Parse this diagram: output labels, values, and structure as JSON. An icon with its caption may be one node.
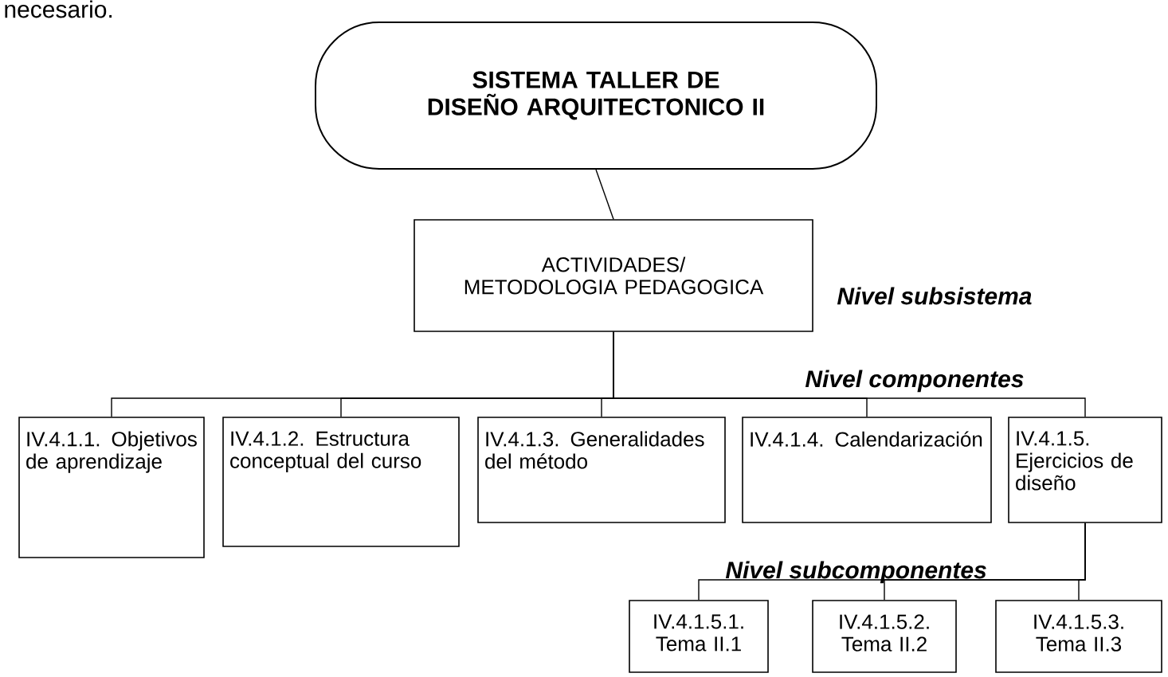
{
  "diagram": {
    "nodes": [
      {
        "text": [
          "SISTEMA TALLER DE DISEÑO ARQUITECTONICO II"
        ]
      },
      {
        "text": [
          "ACTIVIDADES/ METODOLOGIA PEDAGOGICA"
        ]
      },
      {
        "text": [
          "IV.4.1.1. Objetivos de aprendizaje"
        ]
      },
      {
        "text": [
          "IV.4.1.2. Estructura conceptual del curso"
        ]
      },
      {
        "text": [
          "IV.4.1.3. Generalidades del método"
        ]
      },
      {
        "text": [
          "IV.4.1.4. Calendarización"
        ]
      },
      {
        "text": [
          "IV.4.1.5. Ejercicios de diseño"
        ]
      },
      {
        "text": [
          "IV.4.1.5.1. Tema II.1"
        ]
      },
      {
        "text": [
          "IV.4.1.5.2. Tema II.2"
        ]
      },
      {
        "text": [
          "IV.4.1.5.3. Tema II.3"
        ]
      }
    ],
    "edges": [
      {
        "from": 0,
        "to": 1,
        "arrow": "none"
      },
      {
        "from": 1,
        "to": 2,
        "arrow": "none"
      },
      {
        "from": 1,
        "to": 3,
        "arrow": "none"
      },
      {
        "from": 1,
        "to": 4,
        "arrow": "none"
      },
      {
        "from": 1,
        "to": 5,
        "arrow": "none"
      },
      {
        "from": 1,
        "to": 6,
        "arrow": "none"
      },
      {
        "from": 6,
        "to": 7,
        "arrow": "none"
      },
      {
        "from": 6,
        "to": 8,
        "arrow": "none"
      },
      {
        "from": 6,
        "to": 9,
        "arrow": "none"
      }
    ],
    "labels": [
      "necesario.",
      "Nivel subsistema",
      "Nivel componentes",
      "Nivel subcomponentes"
    ]
  }
}
